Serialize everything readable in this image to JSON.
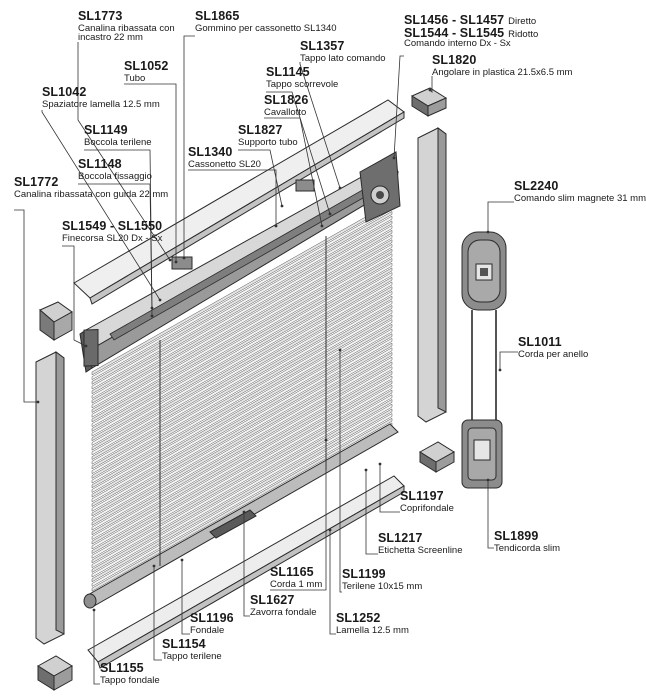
{
  "parts": [
    {
      "key": "sl1773",
      "code": "SL1773",
      "desc": "Canalina ribassata con incastro 22 mm"
    },
    {
      "key": "sl1865",
      "code": "SL1865",
      "desc": "Gommino per cassonetto SL1340"
    },
    {
      "key": "sl1456",
      "code": "SL1456 - SL1457",
      "desc": "Diretto"
    },
    {
      "key": "sl1544",
      "code": "SL1544 - SL1545",
      "desc": "Ridotto"
    },
    {
      "key": "sl1456_sub",
      "code": "",
      "desc": "Comando interno Dx - Sx"
    },
    {
      "key": "sl1357",
      "code": "SL1357",
      "desc": "Tappo lato comando"
    },
    {
      "key": "sl1052",
      "code": "SL1052",
      "desc": "Tubo"
    },
    {
      "key": "sl1820",
      "code": "SL1820",
      "desc": "Angolare in plastica 21.5x6.5 mm"
    },
    {
      "key": "sl1145",
      "code": "SL1145",
      "desc": "Tappo scorrevole"
    },
    {
      "key": "sl1042",
      "code": "SL1042",
      "desc": "Spaziatore lamella 12.5 mm"
    },
    {
      "key": "sl1826",
      "code": "SL1826",
      "desc": "Cavallotto"
    },
    {
      "key": "sl1149",
      "code": "SL1149",
      "desc": "Boccola terilene"
    },
    {
      "key": "sl1827",
      "code": "SL1827",
      "desc": "Supporto tubo"
    },
    {
      "key": "sl1340",
      "code": "SL1340",
      "desc": "Cassonetto SL20"
    },
    {
      "key": "sl1148",
      "code": "SL1148",
      "desc": "Boccola fissaggio"
    },
    {
      "key": "sl1772",
      "code": "SL1772",
      "desc": "Canalina ribassata con guida 22 mm"
    },
    {
      "key": "sl2240",
      "code": "SL2240",
      "desc": "Comando slim magnete 31 mm"
    },
    {
      "key": "sl1549",
      "code": "SL1549 - SL1550",
      "desc": "Finecorsa SL20 Dx - Sx"
    },
    {
      "key": "sl1011",
      "code": "SL1011",
      "desc": "Corda per anello"
    },
    {
      "key": "sl1197",
      "code": "SL1197",
      "desc": "Coprifondale"
    },
    {
      "key": "sl1217",
      "code": "SL1217",
      "desc": "Etichetta Screenline"
    },
    {
      "key": "sl1899",
      "code": "SL1899",
      "desc": "Tendicorda slim"
    },
    {
      "key": "sl1165",
      "code": "SL1165",
      "desc": "Corda 1 mm"
    },
    {
      "key": "sl1199",
      "code": "SL1199",
      "desc": "Terilene 10x15 mm"
    },
    {
      "key": "sl1627",
      "code": "SL1627",
      "desc": "Zavorra fondale"
    },
    {
      "key": "sl1196",
      "code": "SL1196",
      "desc": "Fondale"
    },
    {
      "key": "sl1252",
      "code": "SL1252",
      "desc": "Lamella 12.5 mm"
    },
    {
      "key": "sl1154",
      "code": "SL1154",
      "desc": "Tappo terilene"
    },
    {
      "key": "sl1155",
      "code": "SL1155",
      "desc": "Tappo fondale"
    }
  ],
  "colors": {
    "metal_light": "#e9e9e9",
    "metal_mid": "#bdbdbd",
    "metal_dark": "#6e6e6e",
    "outline": "#2b2b2b",
    "leader": "#333333",
    "text": "#1a1a1a"
  }
}
